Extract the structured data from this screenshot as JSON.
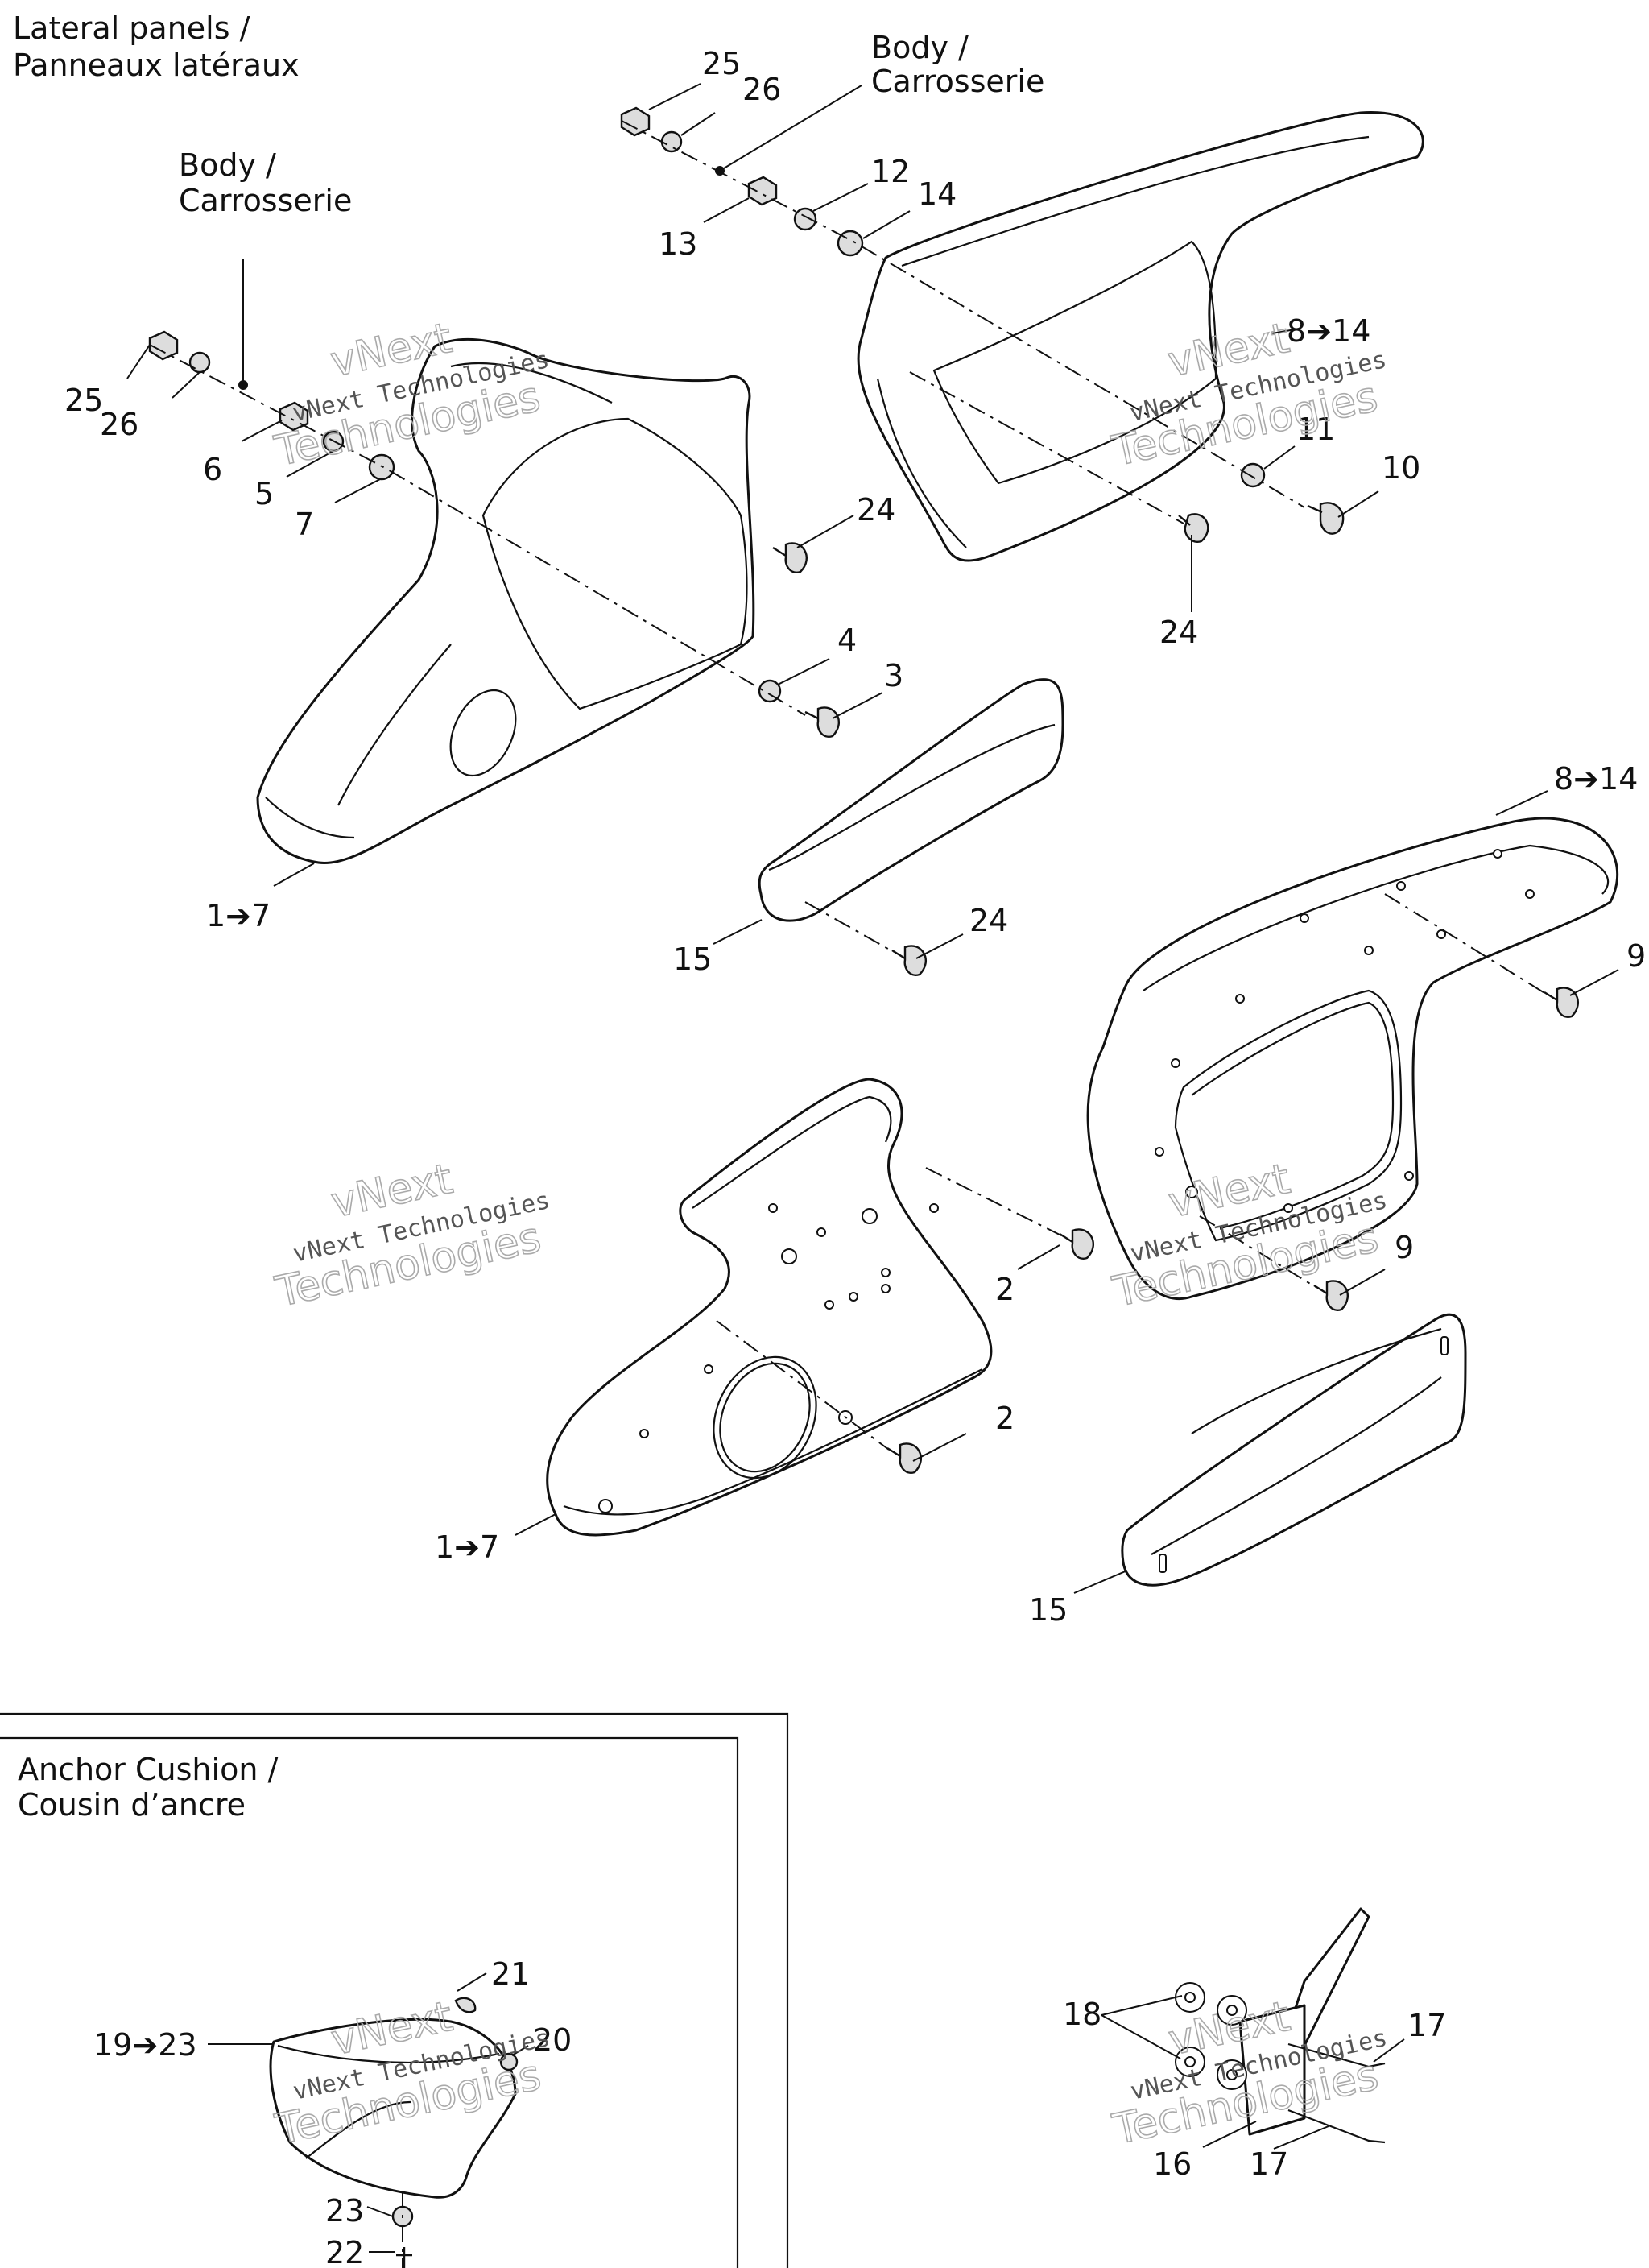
{
  "sections": {
    "lateral_panels": [
      "Lateral panels /",
      "Panneaux latéraux"
    ],
    "body_left": [
      "Body /",
      "Carrosserie"
    ],
    "body_top": [
      "Body /",
      "Carrosserie"
    ],
    "anchor_cushion": [
      "Anchor Cushion /",
      "Cousin d’ancre"
    ]
  },
  "callouts": {
    "c25a": "25",
    "c26a": "26",
    "c12": "12",
    "c14": "14",
    "c13": "13",
    "c8to14a": "8➔14",
    "c11": "11",
    "c10": "10",
    "c24a": "24",
    "c24b": "24",
    "c25b": "25",
    "c26b": "26",
    "c6": "6",
    "c5": "5",
    "c7": "7",
    "c4": "4",
    "c3": "3",
    "c1to7a": "1➔7",
    "c15a": "15",
    "c24c": "24",
    "c8to14b": "8➔14",
    "c9a": "9",
    "c9b": "9",
    "c2a": "2",
    "c2b": "2",
    "c1to7b": "1➔7",
    "c15b": "15",
    "c21": "21",
    "c19to23": "19➔23",
    "c20": "20",
    "c23": "23",
    "c22": "22",
    "c18": "18",
    "c17a": "17",
    "c16": "16",
    "c17b": "17"
  },
  "watermark": {
    "line1": "vNext Technologies",
    "line2a": "vNext",
    "line2b": "Technologies"
  }
}
